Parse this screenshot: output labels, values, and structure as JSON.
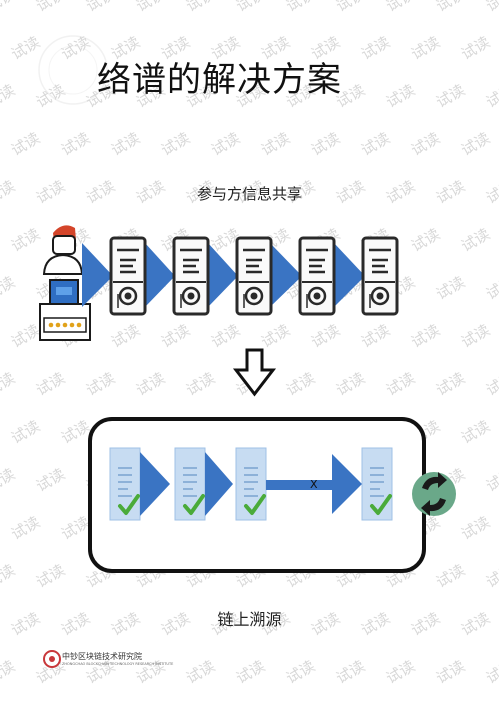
{
  "title": "络谱的解决方案",
  "subtitle_top": "参与方信息共享",
  "subtitle_bottom": "链上溯源",
  "break_mark": "X",
  "watermark": "试读",
  "footer": {
    "org_name": "中钞区块链技术研究院",
    "org_name_en": "ZHONGCHAO BLOCKCHAIN TECHNOLOGY RESEARCH INSTITUTE"
  },
  "colors": {
    "arrow_blue": "#3a74c3",
    "doc_light_blue": "#b7d3f0",
    "check_green": "#4aab3a",
    "dark_outline": "#1a1a1a",
    "chain_green": "#6aa889",
    "person_red": "#d4452a"
  }
}
